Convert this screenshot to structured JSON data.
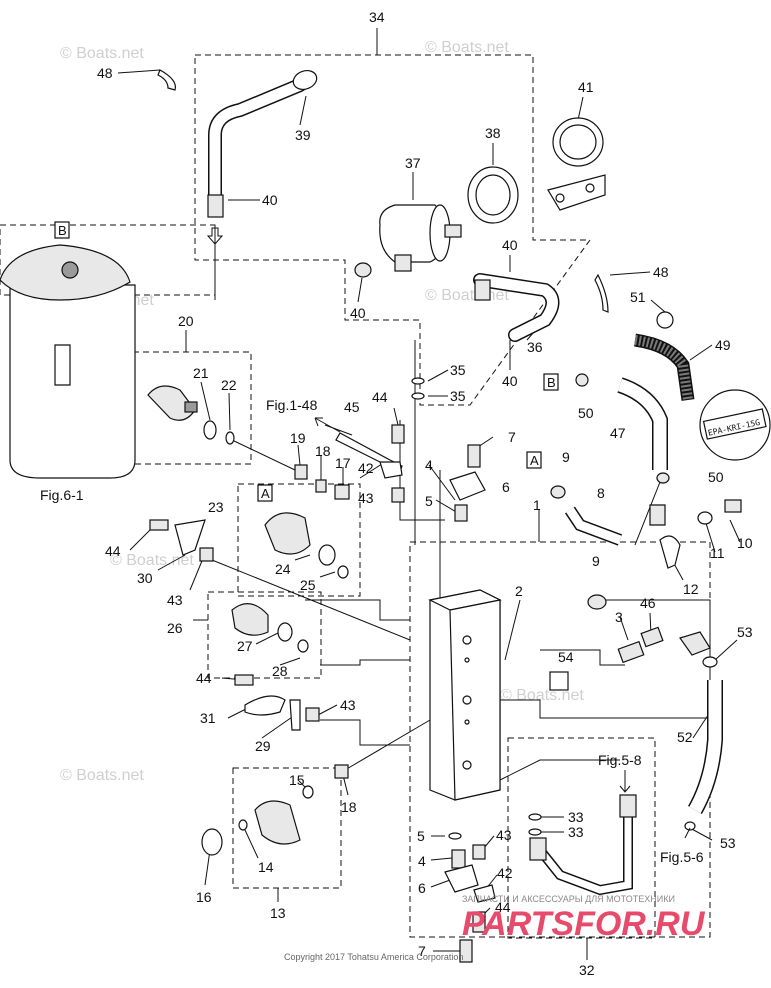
{
  "callouts": [
    {
      "id": "c34",
      "text": "34"
    },
    {
      "id": "c48a",
      "text": "48"
    },
    {
      "id": "c39",
      "text": "39"
    },
    {
      "id": "c41",
      "text": "41"
    },
    {
      "id": "c38",
      "text": "38"
    },
    {
      "id": "c37",
      "text": "37"
    },
    {
      "id": "c40a",
      "text": "40"
    },
    {
      "id": "c40b",
      "text": "40"
    },
    {
      "id": "c40c",
      "text": "40"
    },
    {
      "id": "c40d",
      "text": "40"
    },
    {
      "id": "c48b",
      "text": "48"
    },
    {
      "id": "c51",
      "text": "51"
    },
    {
      "id": "c49",
      "text": "49"
    },
    {
      "id": "c36",
      "text": "36"
    },
    {
      "id": "c35a",
      "text": "35"
    },
    {
      "id": "c35b",
      "text": "35"
    },
    {
      "id": "c20",
      "text": "20"
    },
    {
      "id": "c21",
      "text": "21"
    },
    {
      "id": "c22",
      "text": "22"
    },
    {
      "id": "c44a",
      "text": "44"
    },
    {
      "id": "c45",
      "text": "45"
    },
    {
      "id": "c7a",
      "text": "7"
    },
    {
      "id": "c50a",
      "text": "50"
    },
    {
      "id": "c47",
      "text": "47"
    },
    {
      "id": "c9a",
      "text": "9"
    },
    {
      "id": "c19",
      "text": "19"
    },
    {
      "id": "c18a",
      "text": "18"
    },
    {
      "id": "c17",
      "text": "17"
    },
    {
      "id": "c42a",
      "text": "42"
    },
    {
      "id": "c4a",
      "text": "4"
    },
    {
      "id": "c6a",
      "text": "6"
    },
    {
      "id": "c8",
      "text": "8"
    },
    {
      "id": "c50b",
      "text": "50"
    },
    {
      "id": "c23",
      "text": "23"
    },
    {
      "id": "c43a",
      "text": "43"
    },
    {
      "id": "c5a",
      "text": "5"
    },
    {
      "id": "c1",
      "text": "1"
    },
    {
      "id": "c10",
      "text": "10"
    },
    {
      "id": "c11",
      "text": "11"
    },
    {
      "id": "c12",
      "text": "12"
    },
    {
      "id": "c44b",
      "text": "44"
    },
    {
      "id": "c30",
      "text": "30"
    },
    {
      "id": "c43b",
      "text": "43"
    },
    {
      "id": "c24",
      "text": "24"
    },
    {
      "id": "c25",
      "text": "25"
    },
    {
      "id": "c9b",
      "text": "9"
    },
    {
      "id": "c2",
      "text": "2"
    },
    {
      "id": "c3",
      "text": "3"
    },
    {
      "id": "c46",
      "text": "46"
    },
    {
      "id": "c53a",
      "text": "53"
    },
    {
      "id": "c26",
      "text": "26"
    },
    {
      "id": "c27",
      "text": "27"
    },
    {
      "id": "c28",
      "text": "28"
    },
    {
      "id": "c54",
      "text": "54"
    },
    {
      "id": "c44c",
      "text": "44"
    },
    {
      "id": "c43c",
      "text": "43"
    },
    {
      "id": "c31",
      "text": "31"
    },
    {
      "id": "c29",
      "text": "29"
    },
    {
      "id": "c52",
      "text": "52"
    },
    {
      "id": "c15",
      "text": "15"
    },
    {
      "id": "c18b",
      "text": "18"
    },
    {
      "id": "c33a",
      "text": "33"
    },
    {
      "id": "c33b",
      "text": "33"
    },
    {
      "id": "c5b",
      "text": "5"
    },
    {
      "id": "c43d",
      "text": "43"
    },
    {
      "id": "c4b",
      "text": "4"
    },
    {
      "id": "c42b",
      "text": "42"
    },
    {
      "id": "c6b",
      "text": "6"
    },
    {
      "id": "c44d",
      "text": "44"
    },
    {
      "id": "c14",
      "text": "14"
    },
    {
      "id": "c16",
      "text": "16"
    },
    {
      "id": "c13",
      "text": "13"
    },
    {
      "id": "c7b",
      "text": "7"
    },
    {
      "id": "c32",
      "text": "32"
    },
    {
      "id": "c53b",
      "text": "53"
    }
  ],
  "references": {
    "fig_1_48": "Fig.1-48",
    "fig_6_1": "Fig.6-1",
    "fig_5_8": "Fig.5-8",
    "fig_5_6": "Fig.5-6"
  },
  "box_letters": {
    "b_top": "B",
    "b_mid": "B",
    "a_left": "A",
    "a_right": "A"
  },
  "hose_tag": "EPA-KRI-15G",
  "watermarks": [
    "© Boats.net",
    "© Boats.net",
    "© Boats.net",
    "© Boats.net",
    "© Boats.net",
    "© Boats.net",
    "© Boats.net"
  ],
  "copyright": "Copyright 2017 Tohatsu America Corporation",
  "brand": {
    "name": "PARTSFOR.RU",
    "tagline": "ЗАПЧАСТИ И АКСЕССУАРЫ ДЛЯ МОТОТЕХНИКИ",
    "color": "#e74a6a"
  }
}
